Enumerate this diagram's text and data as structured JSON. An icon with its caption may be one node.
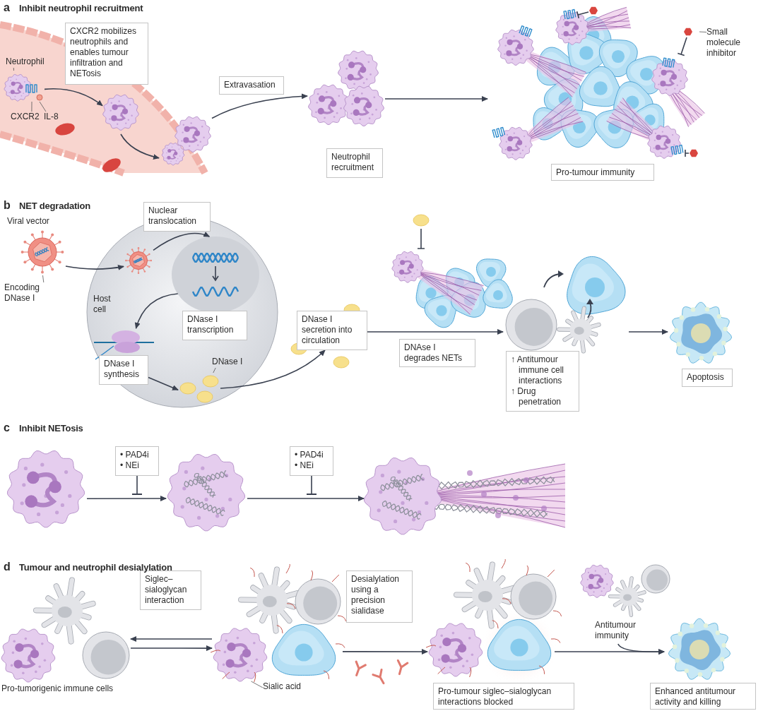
{
  "diagram": {
    "nodes": [
      {
        "text": [],
        "shape": "picture"
      },
      {
        "text": [
          "CXCR2 mobilizes neutrophils and enables tumour infiltration and NETosis"
        ],
        "in": 0
      },
      {
        "text": [],
        "shape": "picture",
        "in": 0
      },
      {
        "text": [
          "Neutrophil"
        ],
        "in": 0
      },
      {
        "text": [
          "CXCR2"
        ],
        "in": 0
      },
      {
        "text": [
          "IL-8"
        ],
        "in": 0
      },
      {
        "text": [],
        "shape": "picture",
        "in": 0
      },
      {
        "text": [],
        "shape": "picture",
        "in": 0
      },
      {
        "text": [
          "Extravasation"
        ]
      },
      {
        "text": [],
        "shape": "picture"
      },
      {
        "text": [
          "Neutrophil recruitment"
        ]
      },
      {
        "text": [],
        "shape": "picture"
      },
      {
        "text": [
          "Pro-tumour immunity"
        ]
      },
      {
        "text": [
          "Small molecule inhibitor"
        ]
      },
      {
        "text": [
          "Viral vector"
        ]
      },
      {
        "text": [],
        "shape": "picture"
      },
      {
        "text": [
          "Encoding DNase I"
        ]
      },
      {
        "text": [],
        "shape": "picture"
      },
      {
        "text": [
          "Nuclear translocation"
        ]
      },
      {
        "text": [],
        "shape": "picture",
        "in": 17
      },
      {
        "text": [],
        "shape": "picture",
        "in": 17
      },
      {
        "text": [
          "Host cell"
        ],
        "in": 17
      },
      {
        "text": [
          "DNase I transcription"
        ],
        "in": 17
      },
      {
        "text": [],
        "shape": "picture",
        "in": 17
      },
      {
        "text": [
          "DNase I synthesis"
        ],
        "in": 17
      },
      {
        "text": [],
        "shape": "picture",
        "in": 17
      },
      {
        "text": [
          "DNase I"
        ],
        "in": 17
      },
      {
        "text": [
          "DNase I secretion into circulation"
        ]
      },
      {
        "text": [],
        "shape": "picture"
      },
      {
        "text": [
          "DNAse I degrades NETs"
        ]
      },
      {
        "text": [],
        "shape": "picture"
      },
      {
        "text": [
          "↑ Antitumour immune cell interactions",
          "↑ Drug penetration"
        ]
      },
      {
        "text": [],
        "shape": "picture"
      },
      {
        "text": [
          "Apoptosis"
        ]
      },
      {
        "text": [],
        "shape": "picture"
      },
      {
        "text": [
          "• PAD4i",
          "• NEi"
        ]
      },
      {
        "text": [],
        "shape": "picture"
      },
      {
        "text": [
          "• PAD4i",
          "• NEi"
        ]
      },
      {
        "text": [],
        "shape": "picture"
      },
      {
        "text": [],
        "shape": "picture"
      },
      {
        "text": [
          "Pro-tumorigenic immune cells"
        ]
      },
      {
        "text": [
          "Siglec–sialoglycan interaction"
        ]
      },
      {
        "text": [],
        "shape": "picture"
      },
      {
        "text": [
          "Sialic acid"
        ]
      },
      {
        "text": [
          "Desialylation using a precision sialidase"
        ]
      },
      {
        "text": [],
        "shape": "picture"
      },
      {
        "text": [],
        "shape": "picture"
      },
      {
        "text": [
          "Pro-tumour siglec–sialoglycan interactions blocked"
        ]
      },
      {
        "text": [],
        "shape": "picture"
      },
      {
        "text": [
          "Antitumour immunity"
        ]
      },
      {
        "text": [],
        "shape": "picture"
      },
      {
        "text": [
          "Enhanced antitumour activity and killing"
        ]
      }
    ],
    "edges": [
      {
        "from": 3,
        "to": 2,
        "arrow": "none"
      },
      {
        "from": 4,
        "to": 2,
        "arrow": "none"
      },
      {
        "from": 5,
        "to": 2,
        "arrow": "none"
      },
      {
        "from": 2,
        "to": 6,
        "arrow": "to"
      },
      {
        "from": 6,
        "to": 7,
        "arrow": "to"
      },
      {
        "from": 7,
        "to": 9,
        "arrow": "to"
      },
      {
        "from": 9,
        "to": 11,
        "arrow": "to"
      },
      {
        "from": 13,
        "to": 11,
        "arrow": "none"
      },
      {
        "from": 16,
        "to": 15,
        "arrow": "none"
      },
      {
        "from": 15,
        "to": 19,
        "arrow": "to"
      },
      {
        "from": 19,
        "to": 20,
        "arrow": "to"
      },
      {
        "from": 20,
        "to": 23,
        "arrow": "to"
      },
      {
        "from": 24,
        "to": 25,
        "arrow": "to"
      },
      {
        "from": 25,
        "to": 27,
        "arrow": "to"
      },
      {
        "from": 27,
        "to": 30,
        "arrow": "to"
      },
      {
        "from": 30,
        "to": 32,
        "arrow": "to"
      },
      {
        "from": 34,
        "to": 36,
        "arrow": "to"
      },
      {
        "from": 36,
        "to": 38,
        "arrow": "to"
      },
      {
        "from": 35,
        "to": null,
        "arrow": "other"
      },
      {
        "from": 37,
        "to": null,
        "arrow": "other"
      },
      {
        "from": 42,
        "to": 39,
        "arrow": "to"
      },
      {
        "from": 39,
        "to": 42,
        "arrow": "to"
      },
      {
        "from": 42,
        "to": 46,
        "arrow": "to"
      },
      {
        "from": 46,
        "to": 50,
        "arrow": "to"
      },
      {
        "from": 49,
        "to": 50,
        "arrow": "to"
      },
      {
        "from": 26,
        "to": 25,
        "arrow": "none"
      },
      {
        "from": 43,
        "to": 42,
        "arrow": "none"
      }
    ],
    "labels": [
      "a",
      "Inhibit neutrophil recruitment",
      "b",
      "NET degradation",
      "c",
      "Inhibit NETosis",
      "d",
      "Tumour and neutrophil desialylation"
    ]
  }
}
